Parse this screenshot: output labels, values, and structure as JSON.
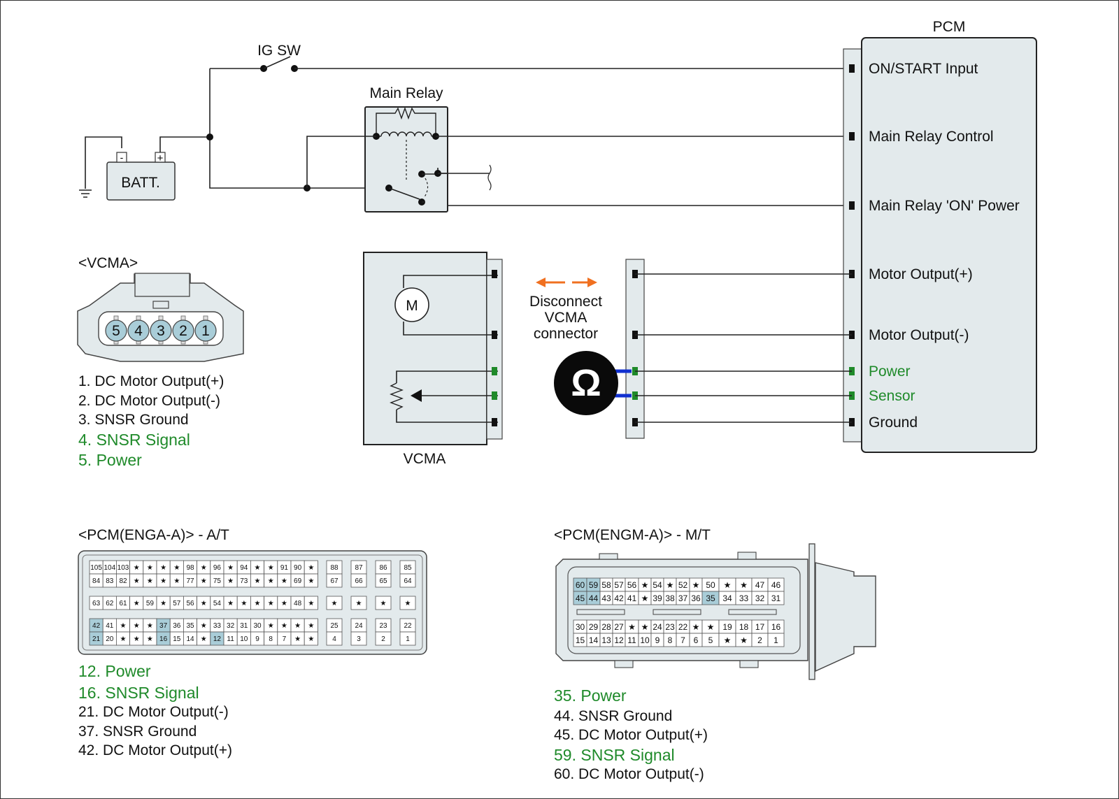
{
  "colors": {
    "green_text": "#1f8a2a",
    "connector_fill": "#e3eaec",
    "highlight_pin": "#a9cdd8",
    "probe_wire": "#1030d0",
    "arrow": "#f07020"
  },
  "circuit": {
    "ig_sw": "IG SW",
    "main_relay": "Main Relay",
    "battery": "BATT.",
    "battery_minus": "-",
    "battery_plus": "+",
    "pcm_title": "PCM",
    "motor_symbol": "M",
    "vcma_label": "VCMA",
    "disconnect_lines": [
      "Disconnect",
      "VCMA",
      "connector"
    ],
    "ohmmeter_symbol": "Ω",
    "pcm_terminals": [
      {
        "label": "ON/START Input",
        "green": false
      },
      {
        "label": "Main Relay Control",
        "green": false
      },
      {
        "label": "Main Relay 'ON' Power",
        "green": false
      },
      {
        "label": "Motor Output(+)",
        "green": false
      },
      {
        "label": "Motor Output(-)",
        "green": false
      },
      {
        "label": "Power",
        "green": true
      },
      {
        "label": "Sensor",
        "green": true
      },
      {
        "label": "Ground",
        "green": false
      }
    ]
  },
  "vcma_connector": {
    "title": "<VCMA>",
    "pins": [
      "5",
      "4",
      "3",
      "2",
      "1"
    ],
    "legend": [
      {
        "text": "1. DC Motor Output(+)",
        "green": false
      },
      {
        "text": "2. DC Motor Output(-)",
        "green": false
      },
      {
        "text": "3. SNSR Ground",
        "green": false
      },
      {
        "text": "4. SNSR Signal",
        "green": true
      },
      {
        "text": "5. Power",
        "green": true
      }
    ]
  },
  "pcm_at": {
    "title": "<PCM(ENGA-A)> - A/T",
    "row1": [
      "105",
      "104",
      "103",
      "★",
      "★",
      "★",
      "★",
      "98",
      "★",
      "96",
      "★",
      "94",
      "★",
      "★",
      "91",
      "90",
      "★"
    ],
    "row2": [
      "84",
      "83",
      "82",
      "★",
      "★",
      "★",
      "★",
      "77",
      "★",
      "75",
      "★",
      "73",
      "★",
      "★",
      "★",
      "69",
      "★"
    ],
    "row3": [
      "63",
      "62",
      "61",
      "★",
      "59",
      "★",
      "57",
      "56",
      "★",
      "54",
      "★",
      "★",
      "★",
      "★",
      "★",
      "48",
      "★"
    ],
    "row4": [
      "42",
      "41",
      "★",
      "★",
      "★",
      "37",
      "36",
      "35",
      "★",
      "33",
      "32",
      "31",
      "30",
      "★",
      "★",
      "★",
      "★"
    ],
    "row5": [
      "21",
      "20",
      "★",
      "★",
      "★",
      "16",
      "15",
      "14",
      "★",
      "12",
      "11",
      "10",
      "9",
      "8",
      "7",
      "★",
      "★"
    ],
    "right_row1": [
      "88",
      "87",
      "86",
      "85"
    ],
    "right_row2": [
      "67",
      "66",
      "65",
      "64"
    ],
    "right_row3": [
      "★",
      "★",
      "★",
      "★"
    ],
    "right_row4": [
      "25",
      "24",
      "23",
      "22"
    ],
    "right_row5": [
      "4",
      "3",
      "2",
      "1"
    ],
    "highlight": [
      "42",
      "21",
      "37",
      "16",
      "12"
    ],
    "legend": [
      {
        "text": "12. Power",
        "green": true
      },
      {
        "text": "16. SNSR Signal",
        "green": true
      },
      {
        "text": "21. DC Motor Output(-)",
        "green": false
      },
      {
        "text": "37. SNSR Ground",
        "green": false
      },
      {
        "text": "42. DC Motor Output(+)",
        "green": false
      }
    ]
  },
  "pcm_mt": {
    "title": "<PCM(ENGM-A)> - M/T",
    "row1": [
      "60",
      "59",
      "58",
      "57",
      "56",
      "★",
      "54",
      "★",
      "52",
      "★",
      "50",
      "★",
      "★",
      "47",
      "46"
    ],
    "row2": [
      "45",
      "44",
      "43",
      "42",
      "41",
      "★",
      "39",
      "38",
      "37",
      "36",
      "35",
      "34",
      "33",
      "32",
      "31"
    ],
    "row3": [
      "30",
      "29",
      "28",
      "27",
      "★",
      "★",
      "24",
      "23",
      "22",
      "★",
      "★",
      "19",
      "18",
      "17",
      "16"
    ],
    "row4": [
      "15",
      "14",
      "13",
      "12",
      "11",
      "10",
      "9",
      "8",
      "7",
      "6",
      "5",
      "★",
      "★",
      "2",
      "1"
    ],
    "highlight": [
      "60",
      "59",
      "45",
      "44",
      "35"
    ],
    "legend": [
      {
        "text": "35. Power",
        "green": true
      },
      {
        "text": "44. SNSR Ground",
        "green": false
      },
      {
        "text": "45. DC Motor Output(+)",
        "green": false
      },
      {
        "text": "59. SNSR Signal",
        "green": true
      },
      {
        "text": "60. DC Motor Output(-)",
        "green": false
      }
    ]
  }
}
